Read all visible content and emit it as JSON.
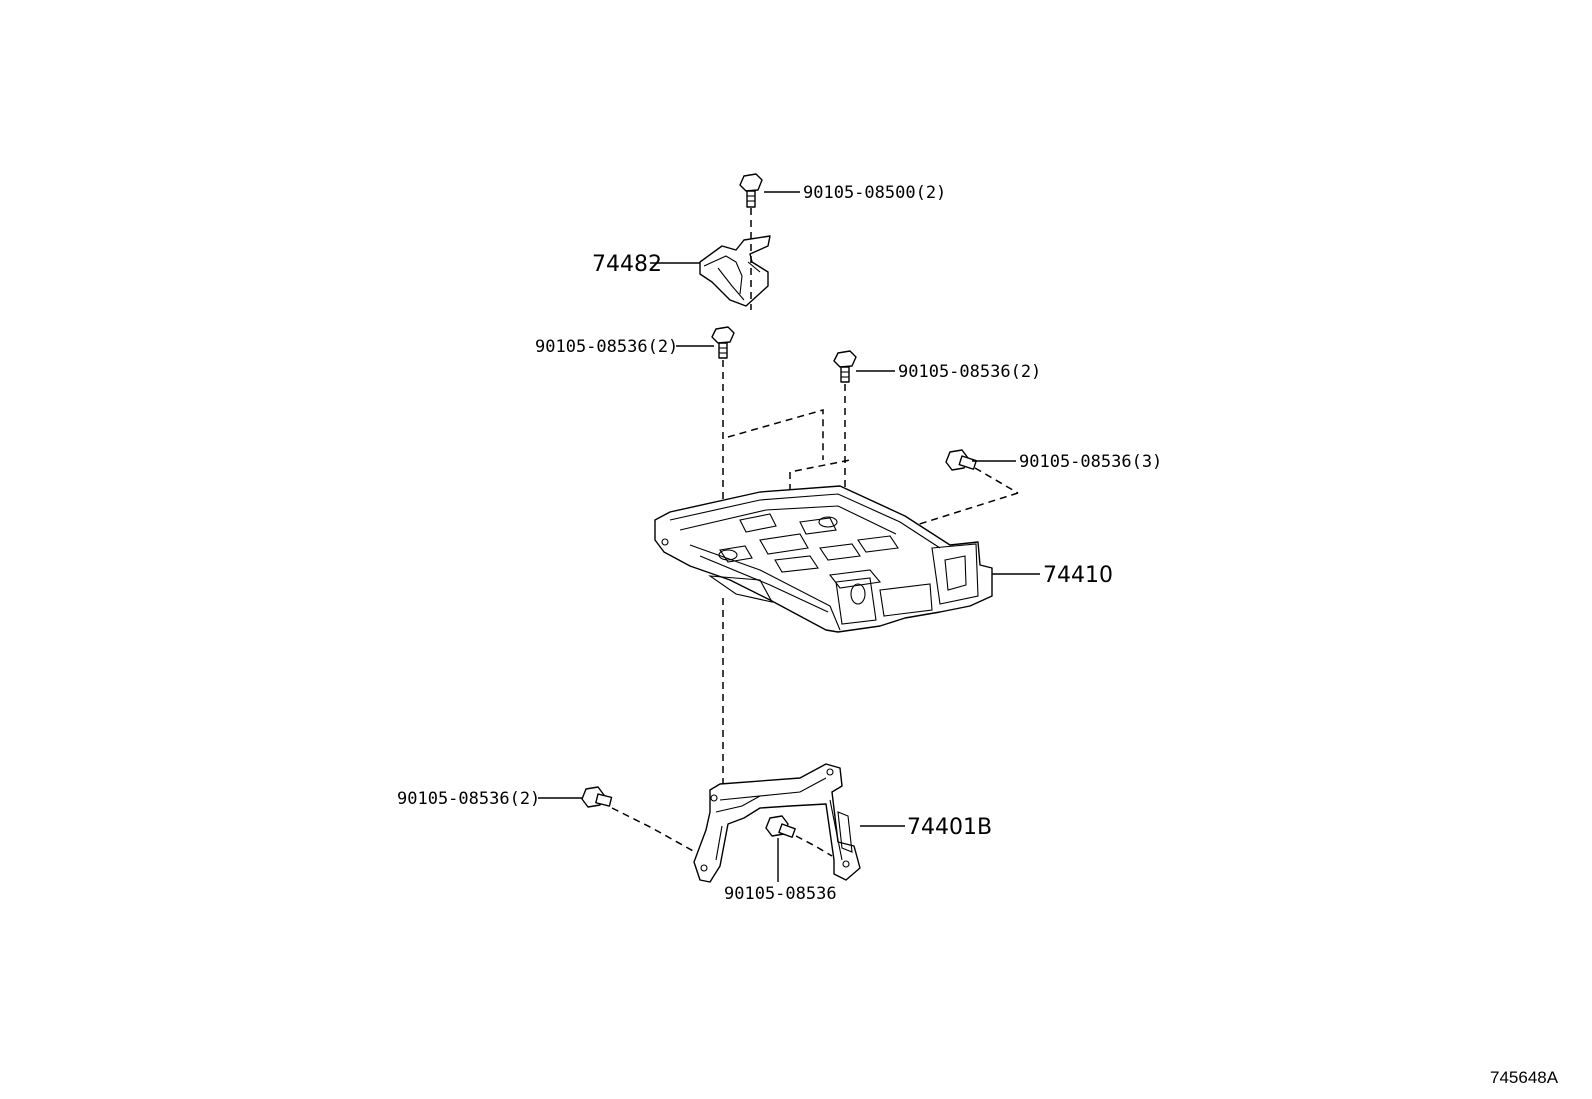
{
  "diagram": {
    "image_id": "745648A",
    "parts": {
      "bracket_top": "74482",
      "tray": "74410",
      "clamp_bracket": "74401B"
    },
    "bolts": {
      "top_bolt": "90105-08500(2)",
      "tray_left_bolt": "90105-08536(2)",
      "tray_center_bolt": "90105-08536(2)",
      "tray_right_bolt": "90105-08536(3)",
      "clamp_left_bolt": "90105-08536(2)",
      "clamp_bottom_bolt": "90105-08536"
    }
  }
}
